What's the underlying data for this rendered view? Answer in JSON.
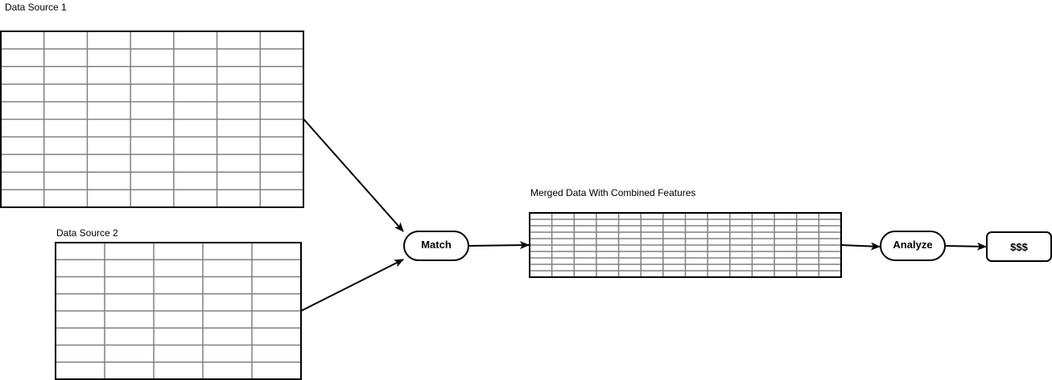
{
  "diagram": {
    "tables": [
      {
        "id": "source1",
        "label": "Data Source 1",
        "columns": 7,
        "rows": 10
      },
      {
        "id": "source2",
        "label": "Data Source 2",
        "columns": 5,
        "rows": 8
      },
      {
        "id": "merged",
        "label": "Merged Data With Combined Features",
        "columns": 14,
        "rows": 10
      }
    ],
    "nodes": [
      {
        "id": "match",
        "label": "Match",
        "shape": "rounded"
      },
      {
        "id": "analyze",
        "label": "Analyze",
        "shape": "rounded"
      },
      {
        "id": "result",
        "label": "$$$",
        "shape": "rounded-rect"
      }
    ],
    "edges": [
      {
        "from": "source1",
        "to": "match"
      },
      {
        "from": "source2",
        "to": "match"
      },
      {
        "from": "match",
        "to": "merged"
      },
      {
        "from": "merged",
        "to": "analyze"
      },
      {
        "from": "analyze",
        "to": "result"
      }
    ],
    "colors": {
      "outline": "#000000",
      "grid": "#808080",
      "background": "#ffffff"
    }
  }
}
